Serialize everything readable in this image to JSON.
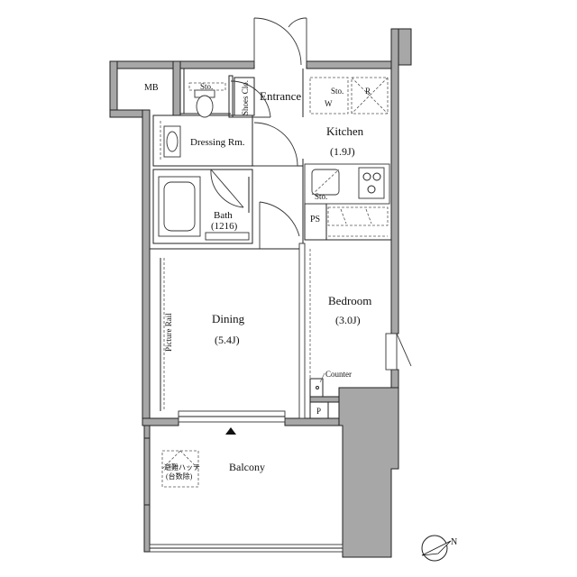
{
  "rooms": {
    "mb": "MB",
    "entrance": "Entrance",
    "shoes_closet": "Shoes Clo.",
    "storage_toilet": "Sto.",
    "storage_kitchen": "Sto.",
    "storage_cooktop": "Sto.",
    "washer": "W",
    "fridge": "R",
    "kitchen": "Kitchen",
    "kitchen_size": "(1.9J)",
    "dressing": "Dressing Rm.",
    "bath": "Bath",
    "bath_size": "(1216)",
    "ps": "PS",
    "bedroom": "Bedroom",
    "bedroom_size": "(3.0J)",
    "dining": "Dining",
    "dining_size": "(5.4J)",
    "picture_rail": "Picture Rail",
    "counter": "Counter",
    "p": "P",
    "balcony": "Balcony",
    "hatch_line1": "避難ハッチ",
    "hatch_line2": "(台数除)"
  },
  "compass": {
    "north": "N"
  }
}
